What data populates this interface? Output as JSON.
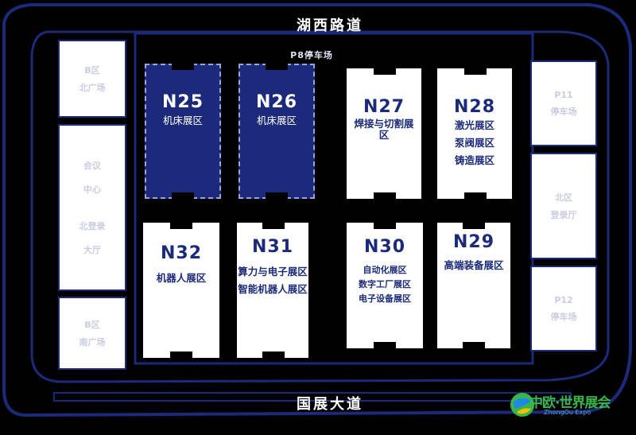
{
  "roads": {
    "north": "湖西路道",
    "south": "国展大道",
    "parking_p8": "P8停车场"
  },
  "west_side": [
    {
      "id": "north-plaza",
      "lines": [
        "B区",
        "北广场"
      ]
    },
    {
      "id": "central-hall",
      "lines": [
        "会议",
        "中心",
        "北登录",
        "大厅"
      ]
    },
    {
      "id": "south-plaza",
      "lines": [
        "B区",
        "南广场"
      ]
    }
  ],
  "east_side": [
    {
      "id": "p11",
      "lines": [
        "P11",
        "停车场"
      ]
    },
    {
      "id": "east-hall",
      "lines": [
        "北区",
        "登录厅"
      ]
    },
    {
      "id": "p12",
      "lines": [
        "P12",
        "停车场"
      ]
    }
  ],
  "halls": [
    {
      "code": "N25",
      "zones": [
        "机床展区"
      ],
      "style": "dark"
    },
    {
      "code": "N26",
      "zones": [
        "机床展区"
      ],
      "style": "dark"
    },
    {
      "code": "N27",
      "zones": [
        "焊接与切割展",
        "区"
      ],
      "style": "light"
    },
    {
      "code": "N28",
      "zones": [
        "激光展区",
        "泵阀展区",
        "铸造展区"
      ],
      "style": "light"
    },
    {
      "code": "N32",
      "zones": [
        "机器人展区"
      ],
      "style": "light"
    },
    {
      "code": "N31",
      "zones": [
        "算力与电子展区",
        "智能机器人展区"
      ],
      "style": "light"
    },
    {
      "code": "N30",
      "zones": [
        "自动化展区",
        "数字工厂展区",
        "电子设备展区"
      ],
      "style": "light"
    },
    {
      "code": "N29",
      "zones": [
        "高端装备展区"
      ],
      "style": "light"
    }
  ],
  "logo": {
    "main": "中欧·世界展会",
    "sub": "ZhongOu Expo"
  },
  "colors": {
    "navy": "#1b2a7a",
    "background": "#000000",
    "logo_green": "#39b54a",
    "logo_blue": "#1e88e5"
  }
}
